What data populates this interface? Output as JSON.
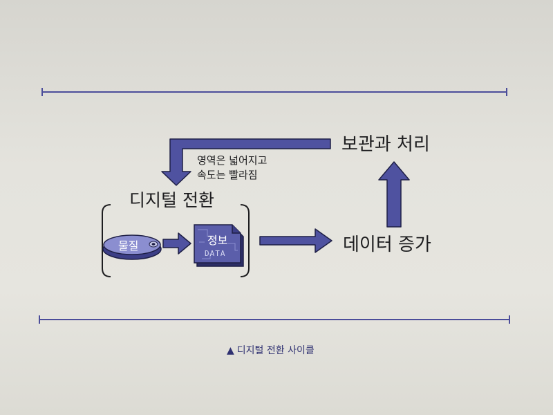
{
  "diagram": {
    "nodes": {
      "digital_transition": "디지털 전환",
      "matter": "물질",
      "information": "정보",
      "data_word": "DATA",
      "data_increase": "데이터 증가",
      "storage_processing": "보관과 처리"
    },
    "annotation": {
      "line1": "영역은 넓어지고",
      "line2": "속도는 빨라짐"
    }
  },
  "caption": {
    "marker": "▲",
    "text": "디지털 전환 사이클"
  },
  "colors": {
    "arrow_fill": "#4f52a0",
    "arrow_stroke": "#1e1f45",
    "rule": "#4b4d9a",
    "caption": "#2f3171",
    "chip_fill": "#5b5eaa"
  }
}
